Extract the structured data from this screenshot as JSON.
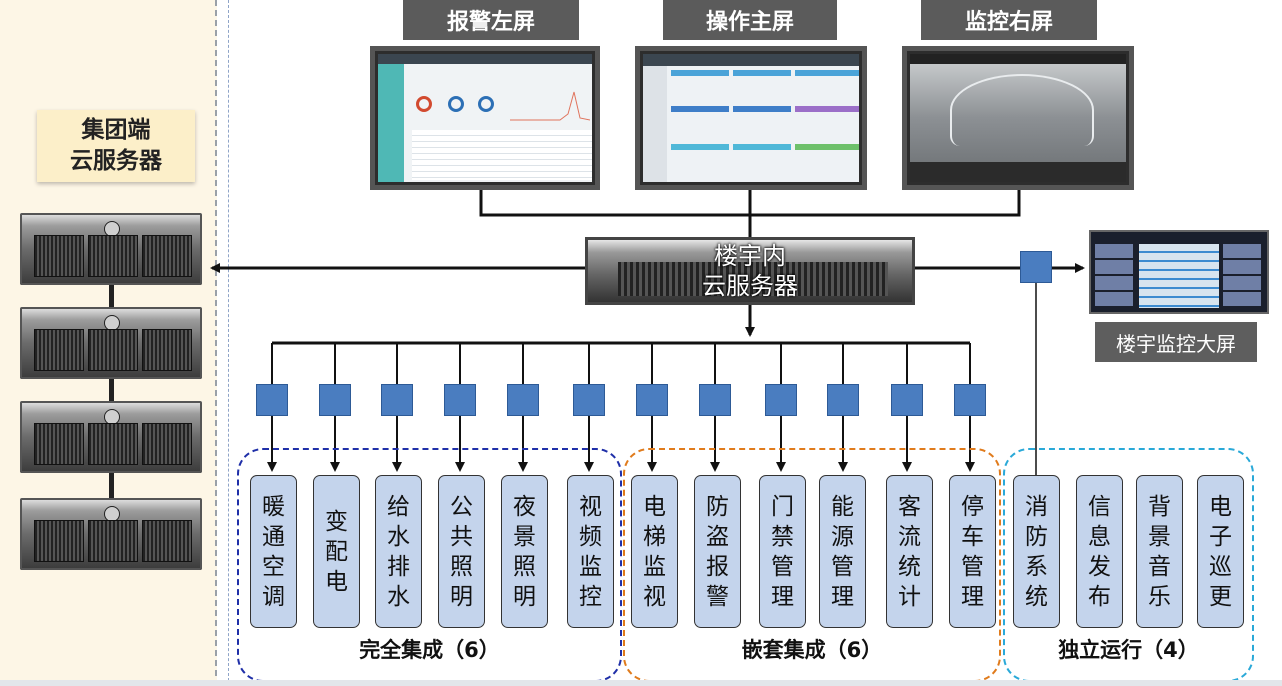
{
  "left": {
    "title_line1": "集团端",
    "title_line2": "云服务器"
  },
  "screens": [
    {
      "label": "报警左屏"
    },
    {
      "label": "操作主屏"
    },
    {
      "label": "监控右屏"
    }
  ],
  "center_server": {
    "line1": "楼宇内",
    "line2": "云服务器"
  },
  "big_screen": {
    "label": "楼宇监控大屏"
  },
  "systems": [
    {
      "name": "暖通空调",
      "chars": [
        "暖",
        "通",
        "空",
        "调"
      ]
    },
    {
      "name": "变配电",
      "chars": [
        "变",
        "配",
        "电"
      ]
    },
    {
      "name": "给水排水",
      "chars": [
        "给",
        "水",
        "排",
        "水"
      ]
    },
    {
      "name": "公共照明",
      "chars": [
        "公",
        "共",
        "照",
        "明"
      ]
    },
    {
      "name": "夜景照明",
      "chars": [
        "夜",
        "景",
        "照",
        "明"
      ]
    },
    {
      "name": "视频监控",
      "chars": [
        "视",
        "频",
        "监",
        "控"
      ]
    },
    {
      "name": "电梯监视",
      "chars": [
        "电",
        "梯",
        "监",
        "视"
      ]
    },
    {
      "name": "防盗报警",
      "chars": [
        "防",
        "盗",
        "报",
        "警"
      ]
    },
    {
      "name": "门禁管理",
      "chars": [
        "门",
        "禁",
        "管",
        "理"
      ]
    },
    {
      "name": "能源管理",
      "chars": [
        "能",
        "源",
        "管",
        "理"
      ]
    },
    {
      "name": "客流统计",
      "chars": [
        "客",
        "流",
        "统",
        "计"
      ]
    },
    {
      "name": "停车管理",
      "chars": [
        "停",
        "车",
        "管",
        "理"
      ]
    },
    {
      "name": "消防系统",
      "chars": [
        "消",
        "防",
        "系",
        "统"
      ]
    },
    {
      "name": "信息发布",
      "chars": [
        "信",
        "息",
        "发",
        "布"
      ]
    },
    {
      "name": "背景音乐",
      "chars": [
        "背",
        "景",
        "音",
        "乐"
      ]
    },
    {
      "name": "电子巡更",
      "chars": [
        "电",
        "子",
        "巡",
        "更"
      ]
    }
  ],
  "groups": [
    {
      "label": "完全集成（6）",
      "color": "#1f2fa8"
    },
    {
      "label": "嵌套集成（6）",
      "color": "#e07b1c"
    },
    {
      "label": "独立运行（4）",
      "color": "#2aa9d8"
    }
  ],
  "colors": {
    "node_fill": "#4a7dc0",
    "system_fill": "#c4d4ec",
    "label_bg": "#5b5b5b",
    "left_bg": "#fdf6e6"
  }
}
